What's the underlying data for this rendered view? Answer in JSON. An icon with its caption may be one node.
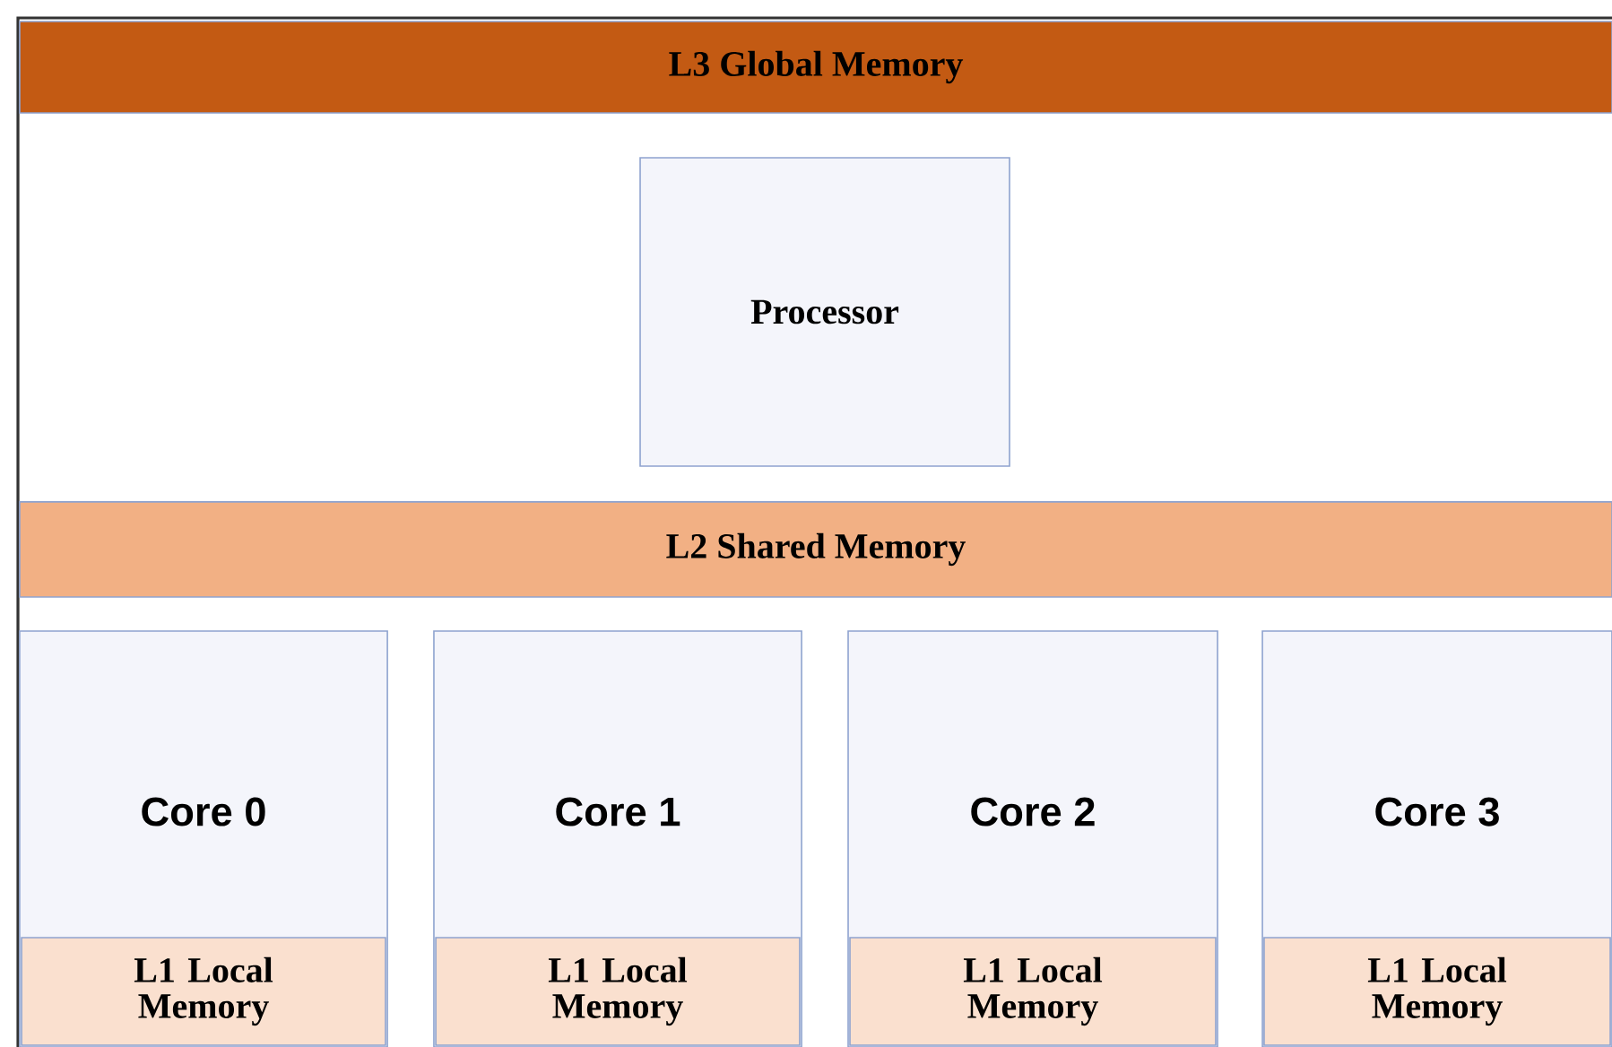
{
  "diagram": {
    "nodes": [
      {
        "text": [
          "L3 Global Memory"
        ]
      },
      {
        "text": [
          "Processor"
        ]
      },
      {
        "text": [
          "L2 Shared Memory"
        ]
      },
      {
        "text": [
          "Core 0"
        ]
      },
      {
        "text": [
          "L1 Local Memory"
        ],
        "in": 3
      },
      {
        "text": [
          "Core 1"
        ]
      },
      {
        "text": [
          "L1 Local Memory"
        ],
        "in": 5
      },
      {
        "text": [
          "Core 2"
        ]
      },
      {
        "text": [
          "L1 Local Memory"
        ],
        "in": 7
      },
      {
        "text": [
          "Core 3"
        ]
      },
      {
        "text": [
          "L1 Local Memory"
        ],
        "in": 9
      }
    ]
  }
}
